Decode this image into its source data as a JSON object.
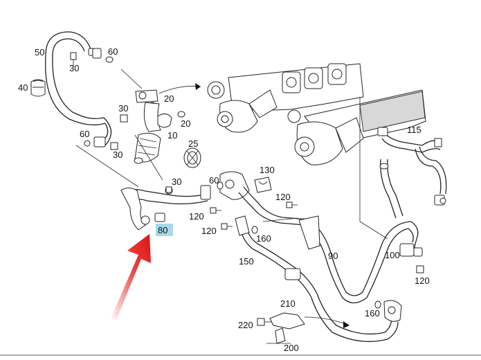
{
  "diagram": {
    "highlight_color": "#a8d8ea",
    "arrow_color": "#e01010",
    "labels": {
      "p50": "50",
      "p60a": "60",
      "p30a": "30",
      "p40": "40",
      "p20a": "20",
      "p30b": "30",
      "p20b": "20",
      "p10": "10",
      "p60b": "60",
      "p30c": "30",
      "p25": "25",
      "p130": "130",
      "p30d": "30",
      "p60c": "60",
      "p115": "115",
      "p120a": "120",
      "p120b": "120",
      "p120c": "120",
      "p80": "80",
      "p160a": "160",
      "p90": "90",
      "p150": "150",
      "p100": "100",
      "p120d": "120",
      "p160b": "160",
      "p210": "210",
      "p220": "220",
      "p200": "200"
    }
  }
}
